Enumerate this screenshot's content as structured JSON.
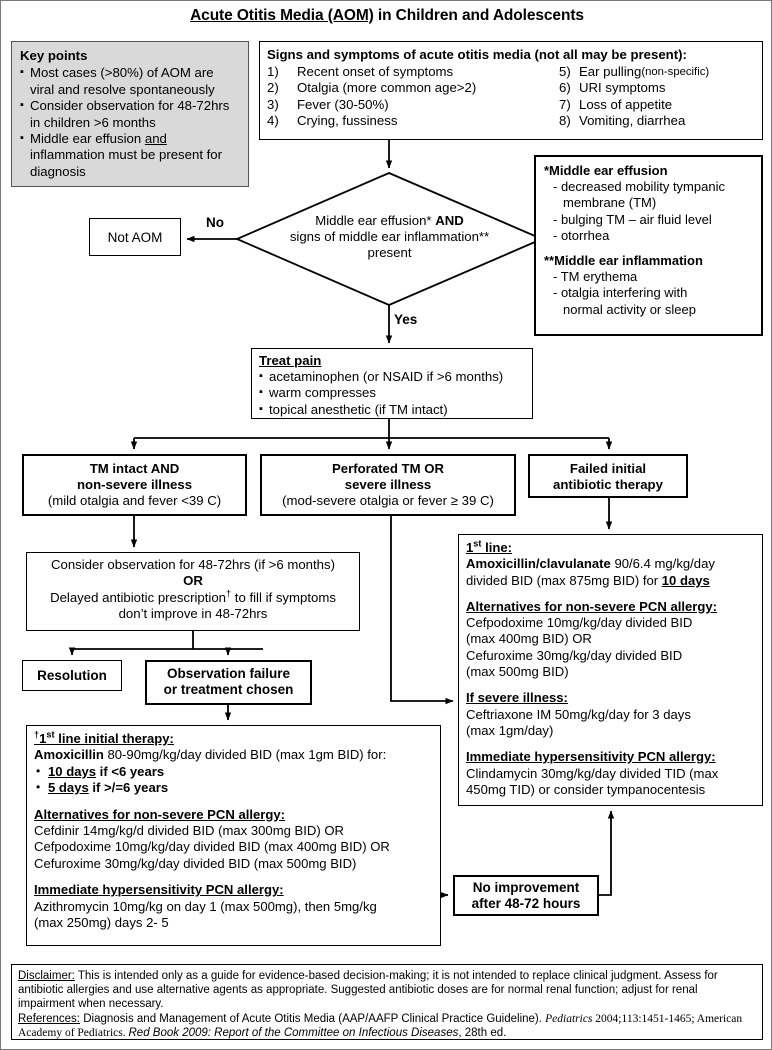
{
  "title": {
    "underlined": "Acute Otitis Media (AOM)",
    "rest": " in Children and Adolescents"
  },
  "key_points": {
    "heading": "Key points",
    "items": [
      "Most cases (>80%) of AOM are viral and resolve spontaneously",
      "Consider observation for 48-72hrs in children >6 months",
      "Middle ear effusion and inflammation must be present for diagnosis"
    ],
    "item3_pre": "Middle ear effusion ",
    "item3_underline": "and",
    "item3_post": " inflammation must be present for diagnosis",
    "background": "#d9d9d9"
  },
  "signs": {
    "heading": "Signs and symptoms of acute otitis media (not all may be present):",
    "left_column": [
      {
        "num": "1)",
        "text": "Recent onset of symptoms"
      },
      {
        "num": "2)",
        "text": "Otalgia (more common age>2)"
      },
      {
        "num": "3)",
        "text": "Fever (30-50%)"
      },
      {
        "num": "4)",
        "text": "Crying, fussiness"
      }
    ],
    "right_column": [
      {
        "num": "5)",
        "text": "Ear pulling ",
        "note": "(non-specific)"
      },
      {
        "num": "6)",
        "text": "URI symptoms",
        "note": ""
      },
      {
        "num": "7)",
        "text": "Loss of appetite",
        "note": ""
      },
      {
        "num": "8)",
        "text": "Vomiting, diarrhea",
        "note": ""
      }
    ]
  },
  "decision": {
    "line1_a": "Middle ear effusion* ",
    "line1_b": "AND",
    "line2": "signs of middle ear inflammation**",
    "line3": "present",
    "no_label": "No",
    "yes_label": "Yes"
  },
  "not_aom": {
    "label": "Not AOM"
  },
  "effusion_legend": {
    "heading1": "*Middle ear effusion",
    "items1": [
      "- decreased mobility tympanic",
      "membrane (TM)",
      "- bulging TM – air fluid level",
      "- otorrhea"
    ],
    "heading2": "**Middle ear inflammation",
    "items2": [
      "- TM erythema",
      "- otalgia interfering with",
      "normal activity or sleep"
    ]
  },
  "treat_pain": {
    "heading": "Treat pain",
    "items": [
      "acetaminophen (or NSAID if >6 months)",
      "warm compresses",
      "topical anesthetic (if TM intact)"
    ]
  },
  "branches": [
    {
      "bold_line1": "TM intact AND",
      "bold_line2": "non-severe illness",
      "normal_line": "(mild otalgia and fever <39 C)"
    },
    {
      "bold_line1": "Perforated TM OR",
      "bold_line2": "severe illness",
      "normal_line": "(mod-severe otalgia or fever ≥ 39 C)"
    },
    {
      "bold_line1": "Failed initial",
      "bold_line2": "antibiotic therapy",
      "normal_line": ""
    }
  ],
  "observe": {
    "line1": "Consider observation for 48-72hrs (if >6 months)",
    "line2": "OR",
    "line3_a": "Delayed antibiotic prescription",
    "line3_dagger": "†",
    "line3_b": " to fill if symptoms",
    "line4": "don’t improve in 48-72hrs"
  },
  "resolution": {
    "label": "Resolution"
  },
  "observation_failure": {
    "line1": "Observation failure",
    "line2": "or treatment chosen"
  },
  "antibiotic_box": {
    "heading1": "1st line:",
    "heading1_sup": "st",
    "heading1_pre": "1",
    "heading1_post": " line:",
    "drug_bold": "Amoxicillin/clavulanate",
    "drug_rest": " 90/6.4 mg/kg/day",
    "drug_line2_a": "divided BID (max 875mg BID) for ",
    "drug_line2_u": "10 days",
    "heading2": "Alternatives for non-severe PCN allergy:",
    "alt_lines": [
      "Cefpodoxime 10mg/kg/day divided BID",
      "(max 400mg BID) OR",
      "Cefuroxime 30mg/kg/day divided BID",
      "(max 500mg BID)"
    ],
    "heading3": "If severe illness:",
    "severe_lines": [
      "Ceftriaxone IM 50mg/kg/day for 3 days",
      "(max 1gm/day)"
    ],
    "heading4": "Immediate hypersensitivity PCN allergy:",
    "hyper_lines": [
      "Clindamycin 30mg/kg/day divided TID (max",
      "450mg TID) or consider tympanocentesis"
    ]
  },
  "therapy_box": {
    "heading1_dagger": "†",
    "heading1_pre": "1",
    "heading1_sup": "st",
    "heading1_post": " line initial therapy:",
    "drug_bold": "Amoxicillin",
    "drug_rest": " 80-90mg/kg/day divided BID (max 1gm BID) for:",
    "bullets": [
      {
        "underline": "10 days",
        "rest": " if <6 years"
      },
      {
        "underline": "5 days",
        "rest": " if >/=6 years"
      }
    ],
    "heading2": "Alternatives for non-severe PCN allergy:",
    "alt_lines": [
      "Cefdinir 14mg/kg/d divided BID (max 300mg BID) OR",
      "Cefpodoxime 10mg/kg/day divided BID (max 400mg BID) OR",
      "Cefuroxime 30mg/kg/day divided BID (max 500mg BID)"
    ],
    "heading3": "Immediate hypersensitivity PCN allergy:",
    "hyper_lines": [
      "Azithromycin 10mg/kg on day 1 (max 500mg), then 5mg/kg",
      "(max 250mg) days 2- 5"
    ]
  },
  "no_improvement": {
    "line1": "No improvement",
    "line2": "after 48-72 hours"
  },
  "disclaimer": {
    "label1": "Disclaimer:",
    "text1": "  This is intended only as a guide for evidence-based decision-making; it is not intended to replace clinical judgment.  Assess for antibiotic allergies and use alternative agents as appropriate.  Suggested antibiotic doses are for normal renal function; adjust for renal impairment when necessary.",
    "label2": "References:",
    "text2a": "   Diagnosis and Management of Acute Otitis Media (AAP/AAFP Clinical Practice Guideline). ",
    "text2b_italic": "Pediatrics",
    "text2c": " 2004;113:1451-1465; American Academy of Pediatrics. ",
    "text2d_italic": "Red Book 2009: Report of the Committee on Infectious Diseases",
    "text2e": ", 28th ed."
  },
  "colors": {
    "line": "#000000",
    "keypoints_fill": "#d9d9d9",
    "page_border": "#7a7a7a"
  }
}
